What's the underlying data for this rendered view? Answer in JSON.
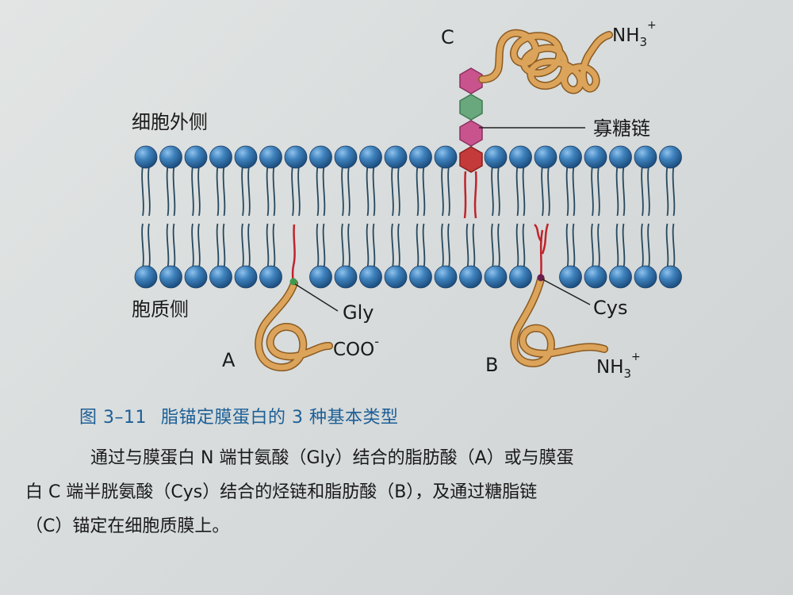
{
  "labels": {
    "extracellular": "细胞外侧",
    "cytoplasmic": "胞质侧",
    "oligosaccharide": "寡糖链",
    "gly": "Gly",
    "cys": "Cys",
    "coo": "COO",
    "coo_sup": "-",
    "nh3": "NH",
    "nh3_sub": "3",
    "nh3_sup": "+",
    "a": "A",
    "b": "B",
    "c": "C"
  },
  "caption": {
    "number": "图 3–11",
    "title": "脂锚定膜蛋白的 3 种基本类型"
  },
  "paragraph": {
    "line1": "通过与膜蛋白 N 端甘氨酸（Gly）结合的脂肪酸（A）或与膜蛋",
    "line2": "白 C 端半胱氨酸（Cys）结合的烃链和脂肪酸（B），及通过糖脂链",
    "line3": "（C）锚定在细胞质膜上。"
  },
  "colors": {
    "lipid_head": "#2f6fa8",
    "protein": "#dca45a",
    "fatty_acid": "#c0242c",
    "sugar_pink": "#c9548d",
    "sugar_green": "#69a77d",
    "sugar_red": "#c43a3a",
    "caption": "#1c5f97"
  },
  "icons": [
    "phospholipid-bilayer",
    "hexagon-sugar",
    "coiled-protein"
  ]
}
